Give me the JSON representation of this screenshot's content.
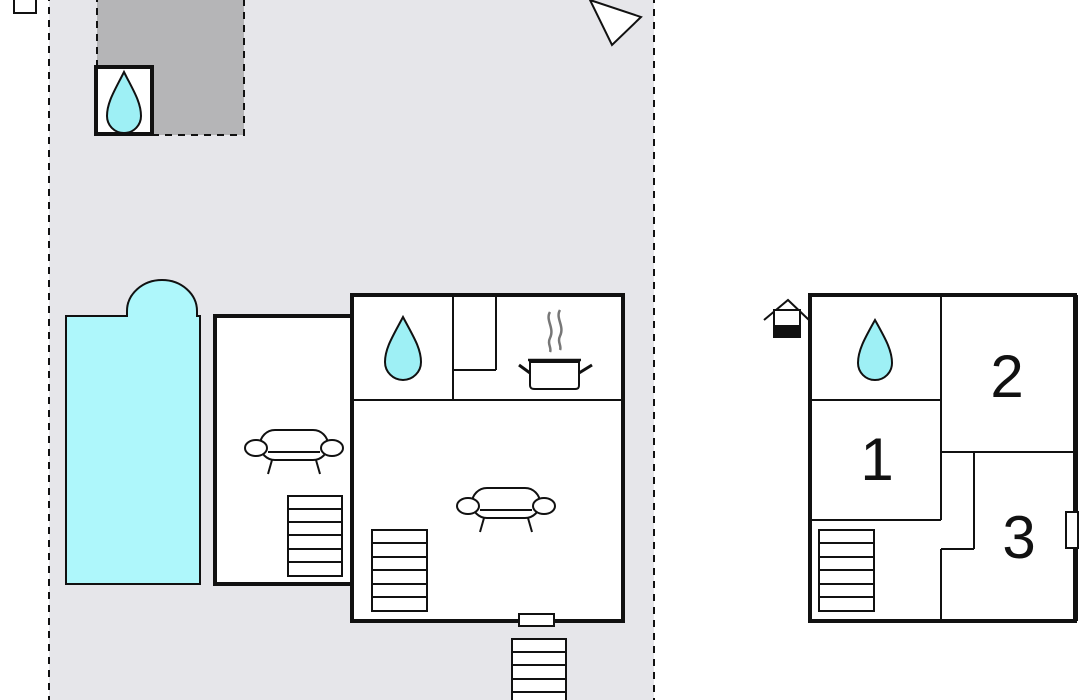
{
  "colors": {
    "plot": "#e6e6ea",
    "terrace": "#b5b5b7",
    "pool": "#aef7fb",
    "water": "#9ef0f5",
    "wall": "#111111",
    "room": "#ffffff"
  },
  "icons": {
    "water": "water-drop-icon",
    "kitchen": "cooking-pot-icon",
    "sofa": "sofa-icon",
    "stairs": "staircase-icon",
    "entrance": "entrance-door-icon",
    "compass": "north-arrow-icon",
    "upper_floor": "upper-floor-house-icon"
  },
  "upper_floor": {
    "rooms": [
      {
        "label": "1"
      },
      {
        "label": "2"
      },
      {
        "label": "3"
      }
    ]
  }
}
